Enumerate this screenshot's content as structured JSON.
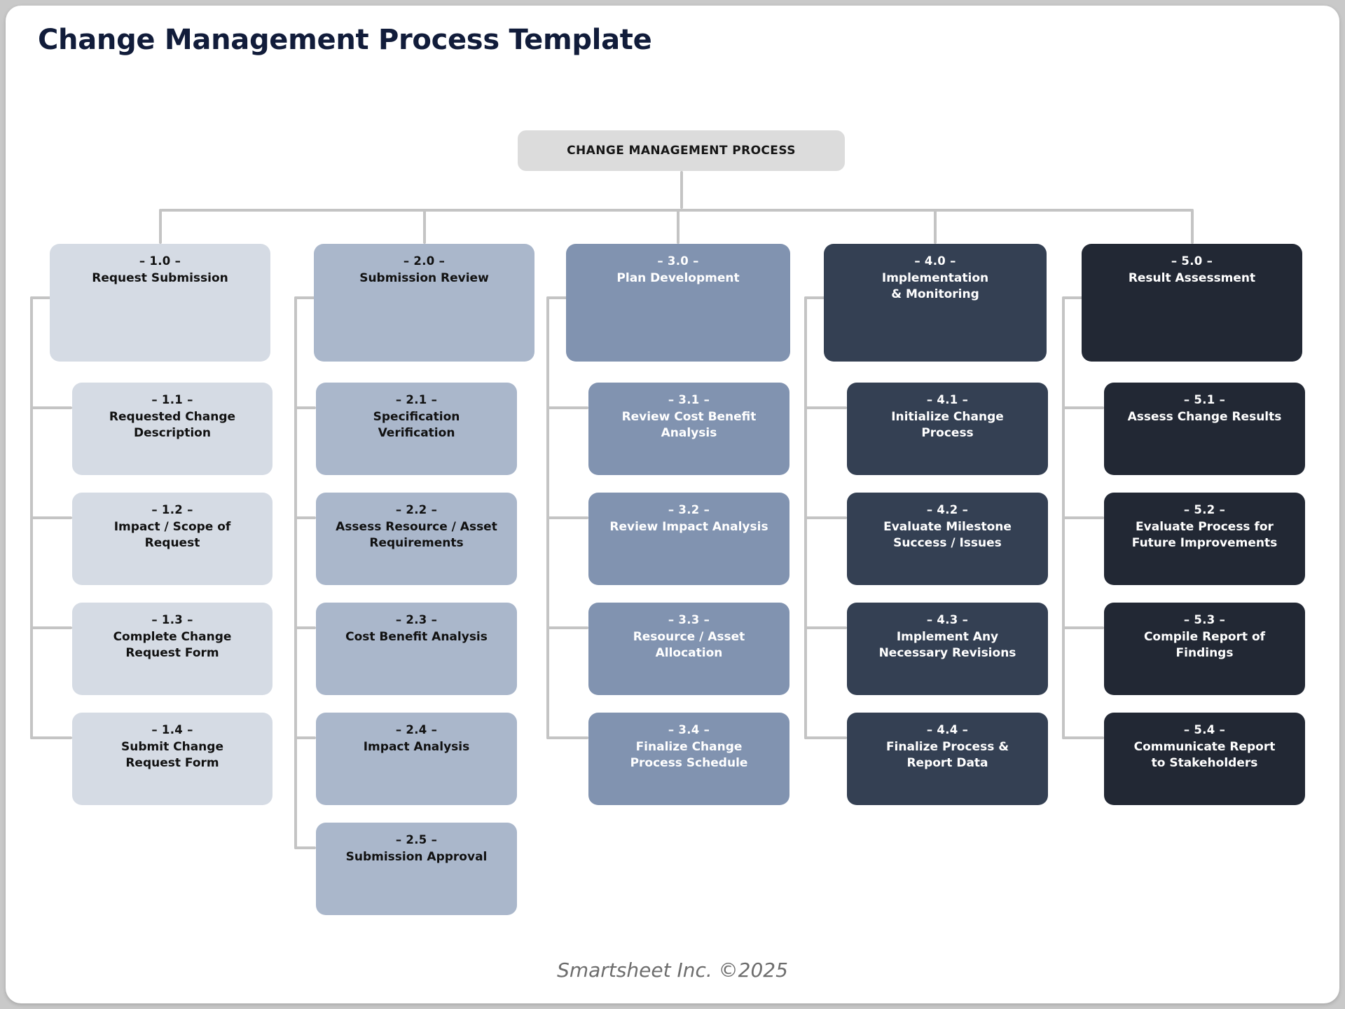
{
  "page": {
    "title": "Change Management Process Template",
    "footer": "Smartsheet Inc. ©2025"
  },
  "root": {
    "label": "CHANGE MANAGEMENT PROCESS",
    "color": "#dcdcdc"
  },
  "palette": {
    "col1": "#d5dbe4",
    "col2": "#aab7cb",
    "col3": "#8193b0",
    "col4": "#344053",
    "col5": "#222834",
    "connector": "#c4c4c4",
    "title": "#111c3a",
    "footer": "#6d6d6d"
  },
  "columns": [
    {
      "id": "col1",
      "color": "#d5dbe4",
      "text_color": "dark-text",
      "head": {
        "num": "– 1.0 –",
        "label": "Request Submission"
      },
      "children": [
        {
          "num": "– 1.1 –",
          "label": "Requested Change\nDescription"
        },
        {
          "num": "– 1.2 –",
          "label": "Impact / Scope of\nRequest"
        },
        {
          "num": "– 1.3 –",
          "label": "Complete Change\nRequest Form"
        },
        {
          "num": "– 1.4 –",
          "label": "Submit Change\nRequest Form"
        }
      ]
    },
    {
      "id": "col2",
      "color": "#aab7cb",
      "text_color": "dark-text",
      "head": {
        "num": "– 2.0 –",
        "label": "Submission Review"
      },
      "children": [
        {
          "num": "– 2.1 –",
          "label": "Specification\nVerification"
        },
        {
          "num": "– 2.2 –",
          "label": "Assess Resource / Asset\nRequirements"
        },
        {
          "num": "– 2.3 –",
          "label": "Cost Benefit Analysis"
        },
        {
          "num": "– 2.4 –",
          "label": "Impact Analysis"
        },
        {
          "num": "– 2.5 –",
          "label": "Submission Approval"
        }
      ]
    },
    {
      "id": "col3",
      "color": "#8193b0",
      "text_color": "light-text",
      "head": {
        "num": "– 3.0 –",
        "label": "Plan Development"
      },
      "children": [
        {
          "num": "– 3.1 –",
          "label": "Review Cost Benefit\nAnalysis"
        },
        {
          "num": "– 3.2 –",
          "label": "Review Impact Analysis"
        },
        {
          "num": "– 3.3 –",
          "label": "Resource / Asset\nAllocation"
        },
        {
          "num": "– 3.4 –",
          "label": "Finalize Change\nProcess Schedule"
        }
      ]
    },
    {
      "id": "col4",
      "color": "#344053",
      "text_color": "light-text",
      "head": {
        "num": "– 4.0 –",
        "label": "Implementation\n& Monitoring"
      },
      "children": [
        {
          "num": "– 4.1 –",
          "label": "Initialize Change\nProcess"
        },
        {
          "num": "– 4.2 –",
          "label": "Evaluate Milestone\nSuccess / Issues"
        },
        {
          "num": "– 4.3 –",
          "label": "Implement Any\nNecessary Revisions"
        },
        {
          "num": "– 4.4 –",
          "label": "Finalize Process &\nReport Data"
        }
      ]
    },
    {
      "id": "col5",
      "color": "#222834",
      "text_color": "light-text",
      "head": {
        "num": "– 5.0 –",
        "label": "Result Assessment"
      },
      "children": [
        {
          "num": "– 5.1 –",
          "label": "Assess Change Results"
        },
        {
          "num": "– 5.2 –",
          "label": "Evaluate Process for\nFuture Improvements"
        },
        {
          "num": "– 5.3 –",
          "label": "Compile Report of\nFindings"
        },
        {
          "num": "– 5.4 –",
          "label": "Communicate Report\nto Stakeholders"
        }
      ]
    }
  ]
}
